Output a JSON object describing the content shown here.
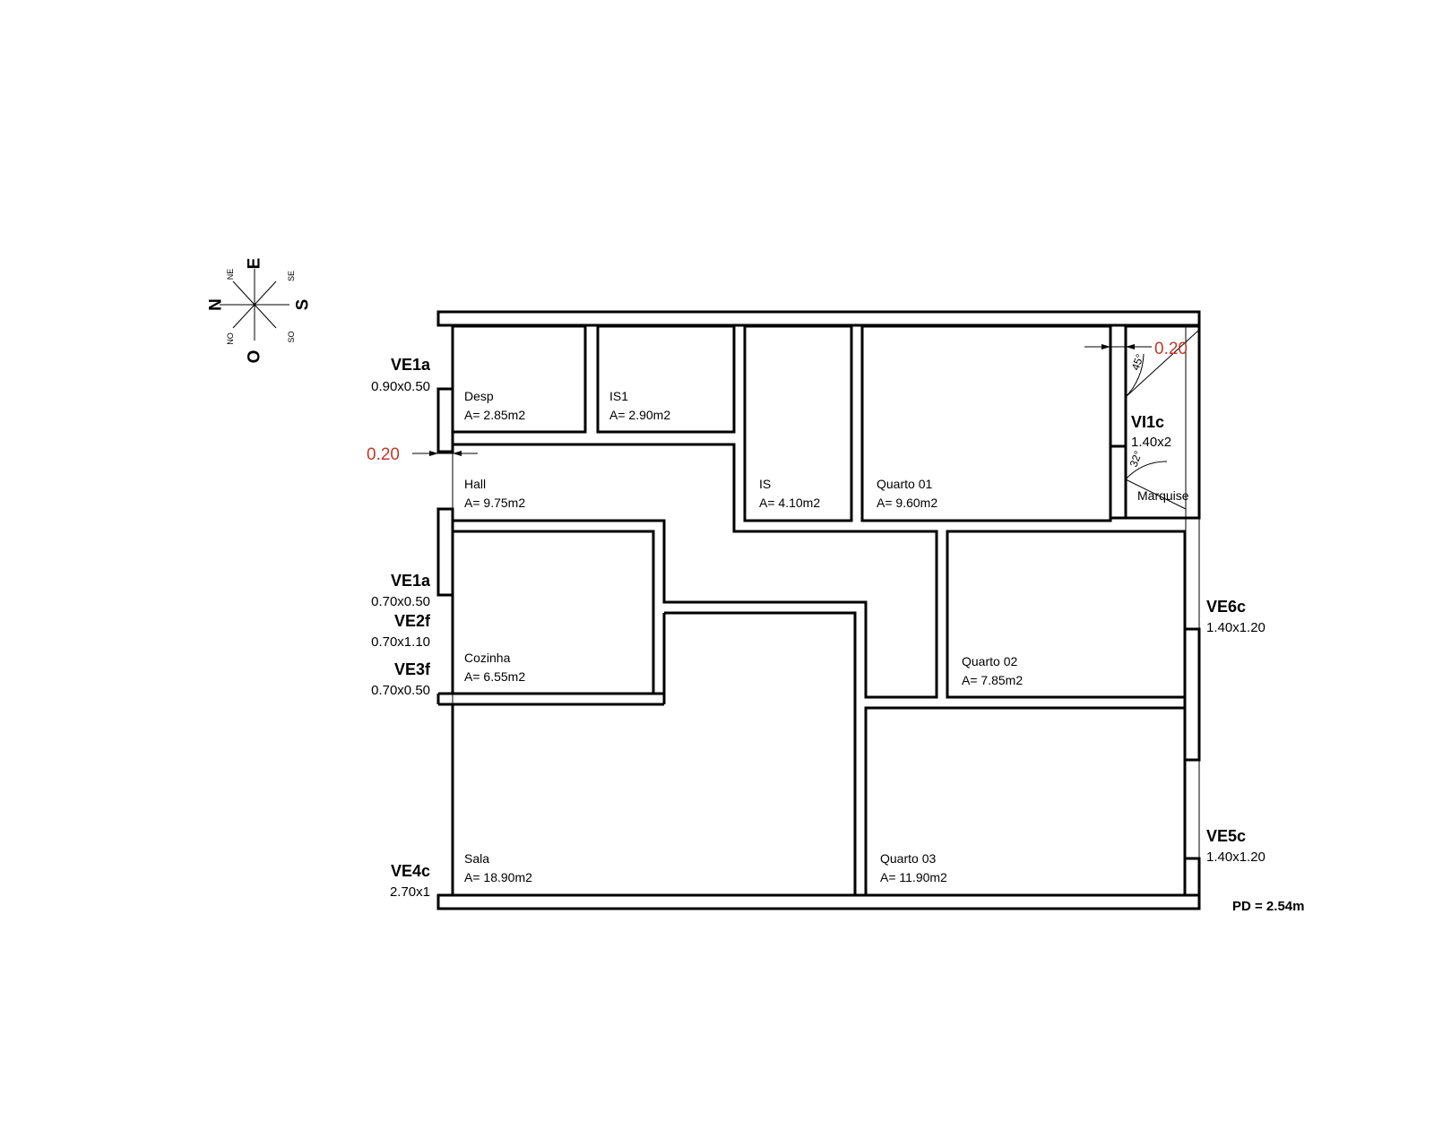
{
  "compass": {
    "n": "N",
    "e": "E",
    "s": "S",
    "o": "O",
    "ne": "NE",
    "se": "SE",
    "so": "SO",
    "no": "NO"
  },
  "rooms": {
    "desp": {
      "name": "Desp",
      "area": "A= 2.85m2"
    },
    "is1": {
      "name": "IS1",
      "area": "A= 2.90m2"
    },
    "hall": {
      "name": "Hall",
      "area": "A= 9.75m2"
    },
    "is": {
      "name": "IS",
      "area": "A= 4.10m2"
    },
    "q01": {
      "name": "Quarto 01",
      "area": "A= 9.60m2"
    },
    "marq": {
      "name": "Marquise"
    },
    "coz": {
      "name": "Cozinha",
      "area": "A= 6.55m2"
    },
    "q02": {
      "name": "Quarto 02",
      "area": "A= 7.85m2"
    },
    "sala": {
      "name": "Sala",
      "area": "A= 18.90m2"
    },
    "q03": {
      "name": "Quarto 03",
      "area": "A= 11.90m2"
    }
  },
  "windows": {
    "ve1a_top": {
      "name": "VE1a",
      "dim": "0.90x0.50"
    },
    "ve1a_mid": {
      "name": "VE1a",
      "dim": "0.70x0.50"
    },
    "ve2f": {
      "name": "VE2f",
      "dim": "0.70x1.10"
    },
    "ve3f": {
      "name": "VE3f",
      "dim": "0.70x0.50"
    },
    "ve4c": {
      "name": "VE4c",
      "dim": "2.70x1"
    },
    "vi1c": {
      "name": "VI1c",
      "dim": "1.40x2"
    },
    "ve6c": {
      "name": "VE6c",
      "dim": "1.40x1.20"
    },
    "ve5c": {
      "name": "VE5c",
      "dim": "1.40x1.20"
    }
  },
  "dimensions": {
    "left": "0.20",
    "right": "0.20"
  },
  "angles": {
    "a1": "45°",
    "a2": "32°"
  },
  "pd": "PD = 2.54m",
  "colors": {
    "walls": "#000000",
    "dimension_red": "#c0392b"
  }
}
